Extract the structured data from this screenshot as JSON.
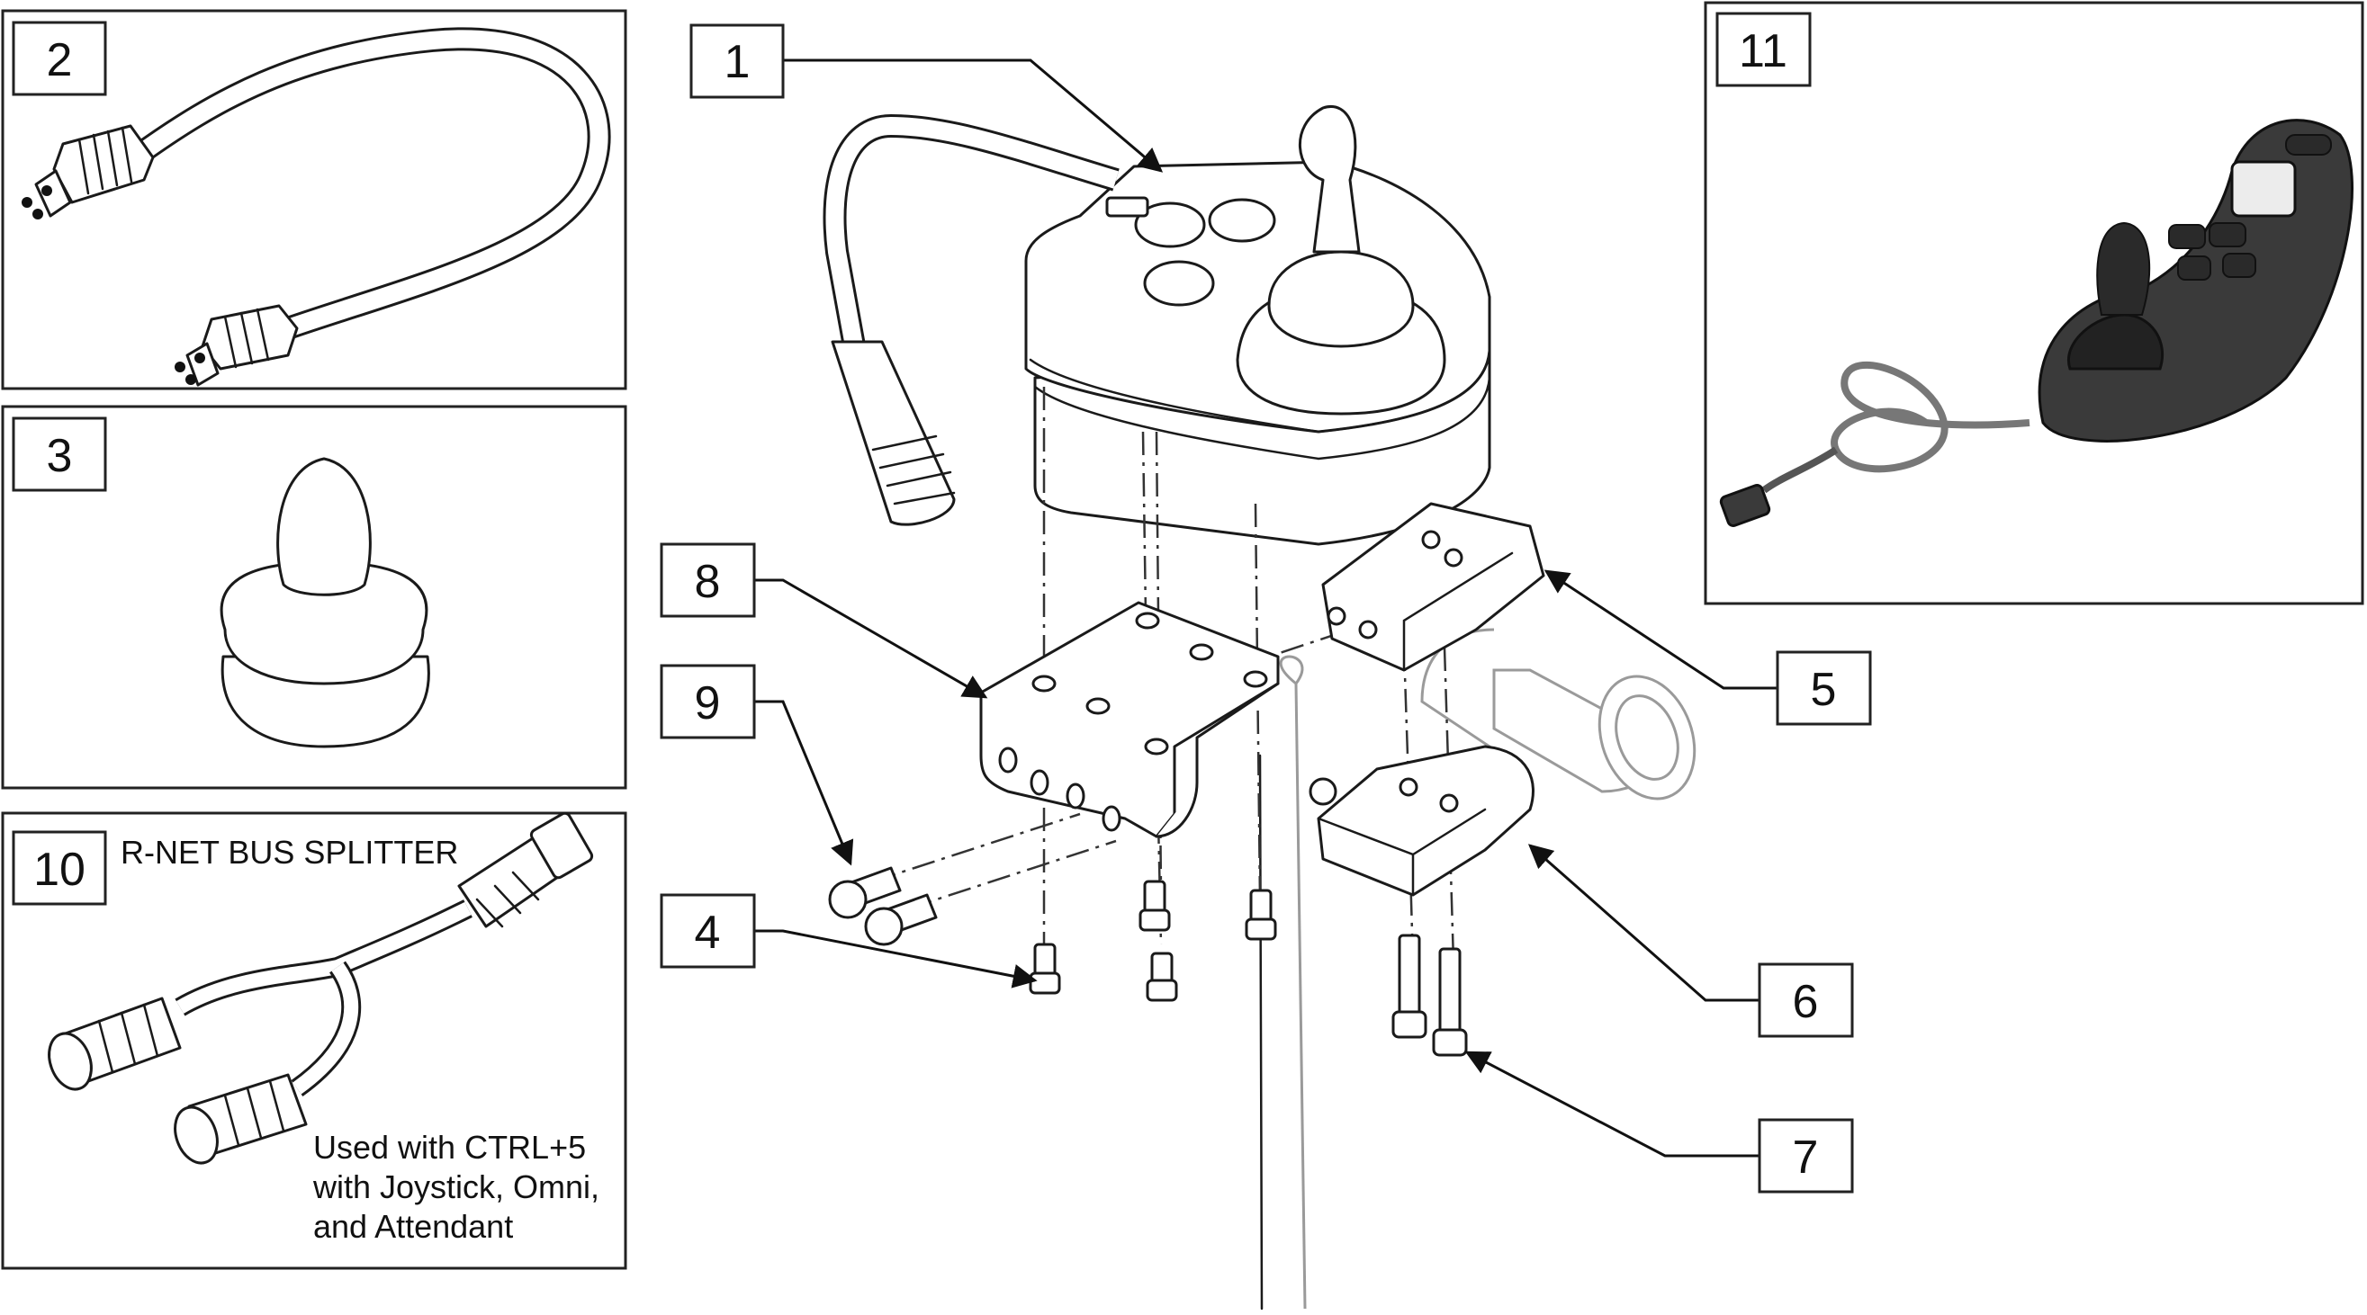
{
  "callouts": [
    {
      "id": "1",
      "label": "1"
    },
    {
      "id": "2",
      "label": "2"
    },
    {
      "id": "3",
      "label": "3"
    },
    {
      "id": "4",
      "label": "4"
    },
    {
      "id": "5",
      "label": "5"
    },
    {
      "id": "6",
      "label": "6"
    },
    {
      "id": "7",
      "label": "7"
    },
    {
      "id": "8",
      "label": "8"
    },
    {
      "id": "9",
      "label": "9"
    },
    {
      "id": "10",
      "label": "10"
    },
    {
      "id": "11",
      "label": "11"
    }
  ],
  "panel10": {
    "title": "R-NET BUS SPLITTER",
    "note_line1": "Used with CTRL+5",
    "note_line2": "with Joystick, Omni,",
    "note_line3": "and Attendant"
  }
}
